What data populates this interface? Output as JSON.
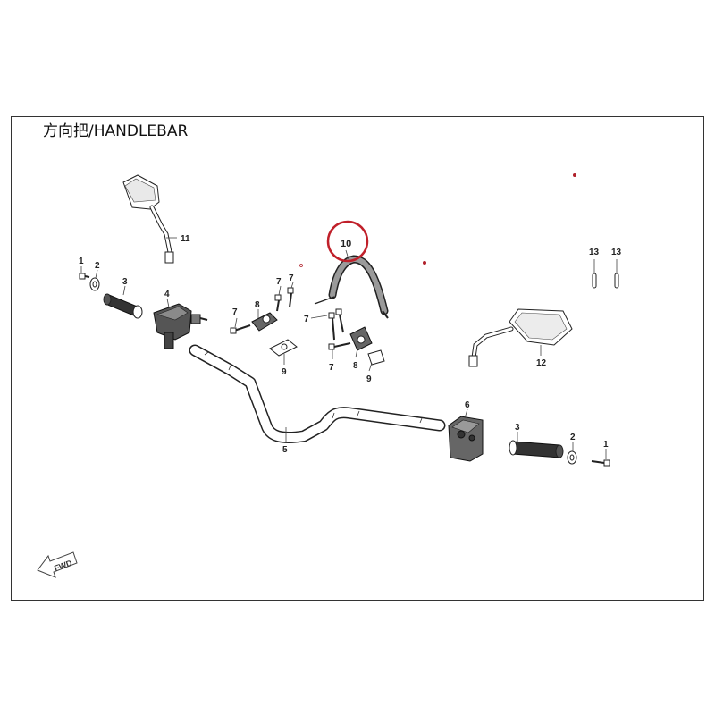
{
  "title": "方向把/HANDLEBAR",
  "fwd_label": "FWD",
  "highlight_color": "#c0202a",
  "callouts": {
    "c1_left": "1",
    "c2_left": "2",
    "c3_left": "3",
    "c4": "4",
    "c5": "5",
    "c6": "6",
    "c3_right": "3",
    "c2_right": "2",
    "c1_right": "1",
    "c7_a": "7",
    "c7_b": "7",
    "c7_c": "7",
    "c7_d": "7",
    "c8_left": "8",
    "c8_right": "8",
    "c9_left": "9",
    "c9_right": "9",
    "c10": "10",
    "c11": "11",
    "c12": "12",
    "c13_a": "13",
    "c13_b": "13"
  }
}
